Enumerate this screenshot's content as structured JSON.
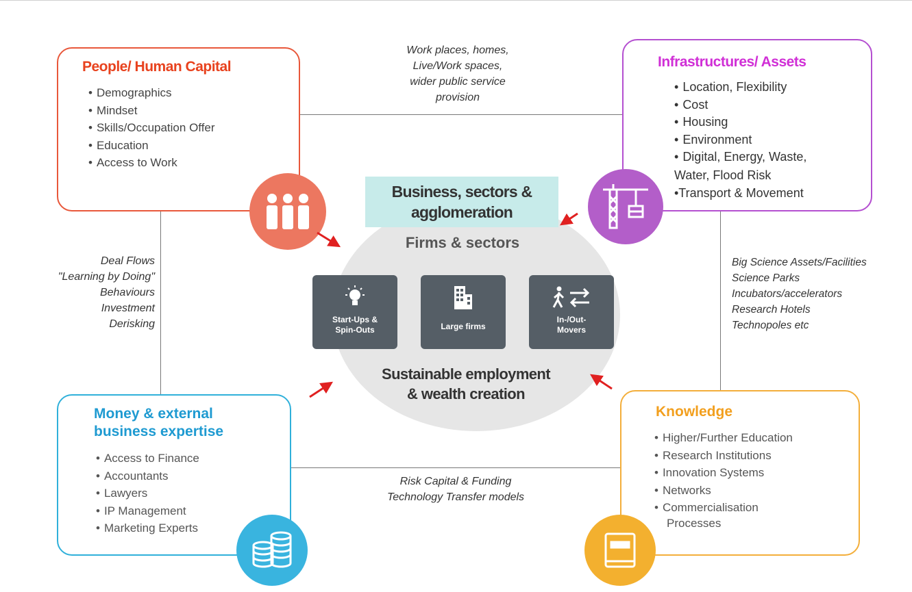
{
  "people": {
    "title": "People/ Human Capital",
    "items": [
      "Demographics",
      "Mindset",
      "Skills/Occupation Offer",
      "Education",
      "Access to Work"
    ],
    "icon": "people-icon",
    "color": "#e8573a"
  },
  "infrastructure": {
    "title": "Infrastructures/ Assets",
    "items": [
      "Location, Flexibility",
      "Cost",
      "Housing",
      "Environment",
      "Digital, Energy, Waste,"
    ],
    "item_continuation": "Water, Flood Risk",
    "item_last": "•Transport & Movement",
    "icon": "crane-icon",
    "color": "#b44fd0"
  },
  "money": {
    "title_line1": "Money & external",
    "title_line2": "business expertise",
    "items": [
      "Access to Finance",
      "Accountants",
      "Lawyers",
      "IP Management",
      "Marketing Experts"
    ],
    "icon": "coins-icon",
    "color": "#2fb0da"
  },
  "knowledge": {
    "title": "Knowledge",
    "items": [
      "Higher/Further Education",
      "Research Institutions",
      "Innovation Systems",
      "Networks",
      "Commercialisation"
    ],
    "item_continuation": "Processes",
    "icon": "book-icon",
    "color": "#f3ae3a"
  },
  "notes": {
    "top": [
      "Work places, homes,",
      "Live/Work spaces,",
      "wider public service",
      "provision"
    ],
    "left": [
      "Deal Flows",
      "\"Learning by Doing\"",
      "Behaviours",
      "Investment",
      "Derisking"
    ],
    "right": [
      "Big Science Assets/Facilities",
      "Science Parks",
      "Incubators/accelerators",
      "Research Hotels",
      "Technopoles etc"
    ],
    "bottom": [
      "Risk Capital & Funding",
      "Technology Transfer models"
    ]
  },
  "center": {
    "banner_line1": "Business, sectors &",
    "banner_line2": "agglomeration",
    "firms_title": "Firms & sectors",
    "tiles": [
      {
        "label_line1": "Start-Ups &",
        "label_line2": "Spin-Outs",
        "icon": "lightbulb-icon"
      },
      {
        "label_line1": "Large firms",
        "label_line2": "",
        "icon": "building-icon"
      },
      {
        "label_line1": "In-/Out-",
        "label_line2": "Movers",
        "icon": "walker-arrows-icon"
      }
    ],
    "bottom_line1": "Sustainable employment",
    "bottom_line2": "& wealth creation",
    "arrow_color": "#e02020"
  }
}
